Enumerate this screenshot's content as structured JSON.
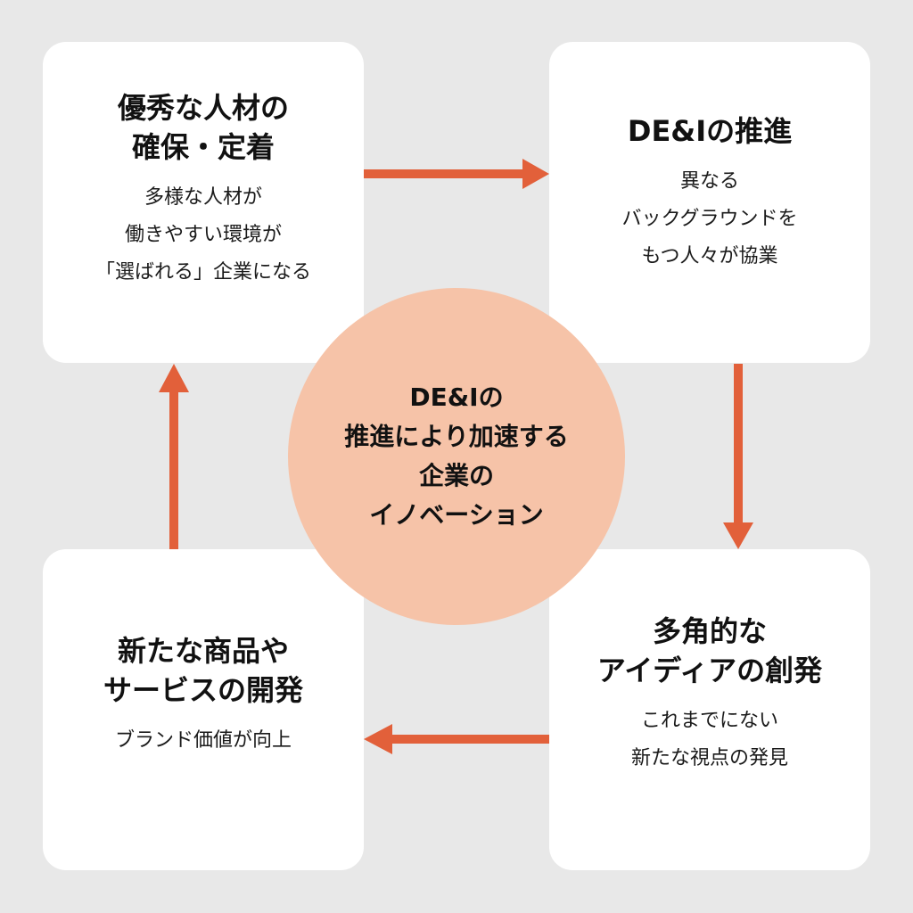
{
  "cards": {
    "top_left": {
      "title": "優秀な人材の\n確保・定着",
      "body": "多様な人材が\n働きやすい環境が\n「選ばれる」企業になる"
    },
    "top_right": {
      "title": "DE&Iの推進",
      "body": "異なる\nバックグラウンドを\nもつ人々が協業"
    },
    "bottom_right": {
      "title": "多角的な\nアイディアの創発",
      "body": "これまでにない\n新たな視点の発見"
    },
    "bottom_left": {
      "title": "新たな商品や\nサービスの開発",
      "body": "ブランド価値が向上"
    }
  },
  "center": {
    "text": "DE&Iの\n推進により加速する\n企業の\nイノベーション"
  },
  "colors": {
    "background": "#e8e8e8",
    "card": "#ffffff",
    "circle": "#f6c3a8",
    "arrow": "#e2603a"
  }
}
